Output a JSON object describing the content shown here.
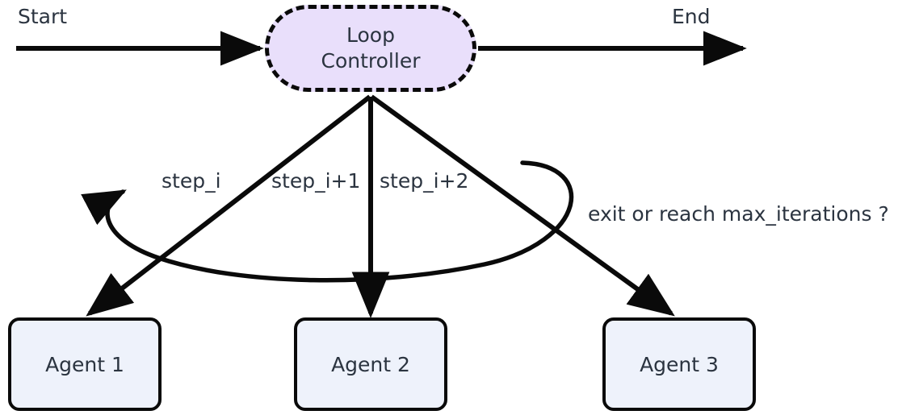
{
  "diagram": {
    "title_start": "Start",
    "title_end": "End",
    "controller": {
      "line1": "Loop",
      "line2": "Controller"
    },
    "agents": [
      {
        "label": "Agent 1"
      },
      {
        "label": "Agent 2"
      },
      {
        "label": "Agent 3"
      }
    ],
    "step_labels": [
      {
        "text": "step_i"
      },
      {
        "text": "step_i+1"
      },
      {
        "text": "step_i+2"
      }
    ],
    "condition_label": "exit or reach max_iterations ?",
    "colors": {
      "controller_fill": "#e9dffb",
      "controller_stroke": "#0a0a0a",
      "agent_fill": "#eef2fb",
      "agent_stroke": "#0a0a0a",
      "text": "#2b3440",
      "edge": "#0a0a0a",
      "background": "#ffffff"
    }
  }
}
